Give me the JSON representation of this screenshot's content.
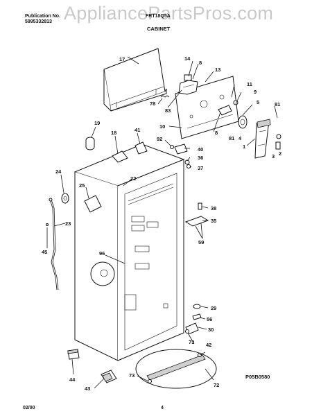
{
  "header": {
    "publication_label": "Publication No.",
    "publication_number": "5995332813",
    "model": "FRT18Q5A",
    "section_title": "CABINET"
  },
  "watermark": "AppliancePartsPros.com",
  "footer": {
    "diagram_code": "P05B0580",
    "date": "02/00",
    "page": "4"
  },
  "callouts": [
    "17",
    "14",
    "8",
    "13",
    "78",
    "83",
    "11",
    "9",
    "5",
    "81",
    "10",
    "8",
    "81",
    "4",
    "1",
    "3",
    "2",
    "19",
    "18",
    "41",
    "92",
    "40",
    "36",
    "37",
    "24",
    "22",
    "25",
    "38",
    "35",
    "23",
    "59",
    "45",
    "96",
    "29",
    "56",
    "30",
    "73",
    "42",
    "44",
    "73",
    "72",
    "43"
  ]
}
